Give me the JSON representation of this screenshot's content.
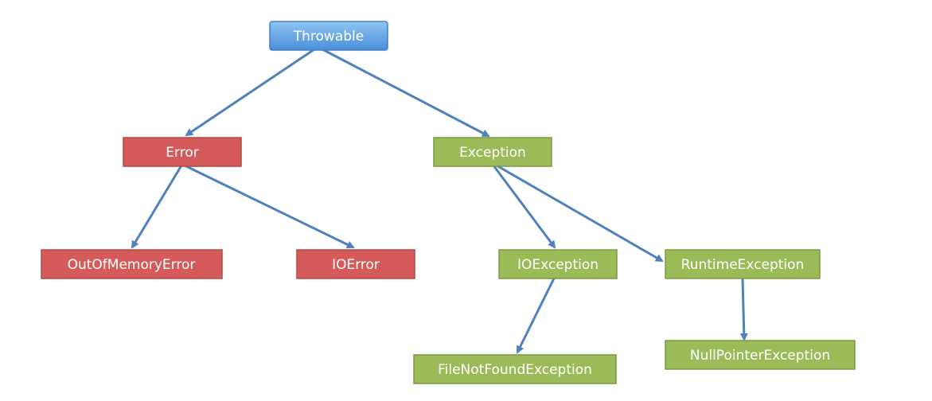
{
  "colors": {
    "root_fill_top": "#8ec3f3",
    "root_fill_bottom": "#4a8fd8",
    "root_stroke": "#4a7fbf",
    "error_fill": "#d55b5b",
    "error_stroke": "#b04848",
    "exception_fill": "#9bbb59",
    "exception_stroke": "#7f9a44",
    "edge": "#4f81bd"
  },
  "nodes": {
    "throwable": "Throwable",
    "error": "Error",
    "exception": "Exception",
    "out_of_memory_error": "OutOfMemoryError",
    "io_error": "IOError",
    "io_exception": "IOException",
    "runtime_exception": "RuntimeException",
    "file_not_found_exception": "FileNotFoundException",
    "null_pointer_exception": "NullPointerException"
  },
  "edges": [
    [
      "throwable",
      "error"
    ],
    [
      "throwable",
      "exception"
    ],
    [
      "error",
      "out_of_memory_error"
    ],
    [
      "error",
      "io_error"
    ],
    [
      "exception",
      "io_exception"
    ],
    [
      "exception",
      "runtime_exception"
    ],
    [
      "io_exception",
      "file_not_found_exception"
    ],
    [
      "runtime_exception",
      "null_pointer_exception"
    ]
  ]
}
